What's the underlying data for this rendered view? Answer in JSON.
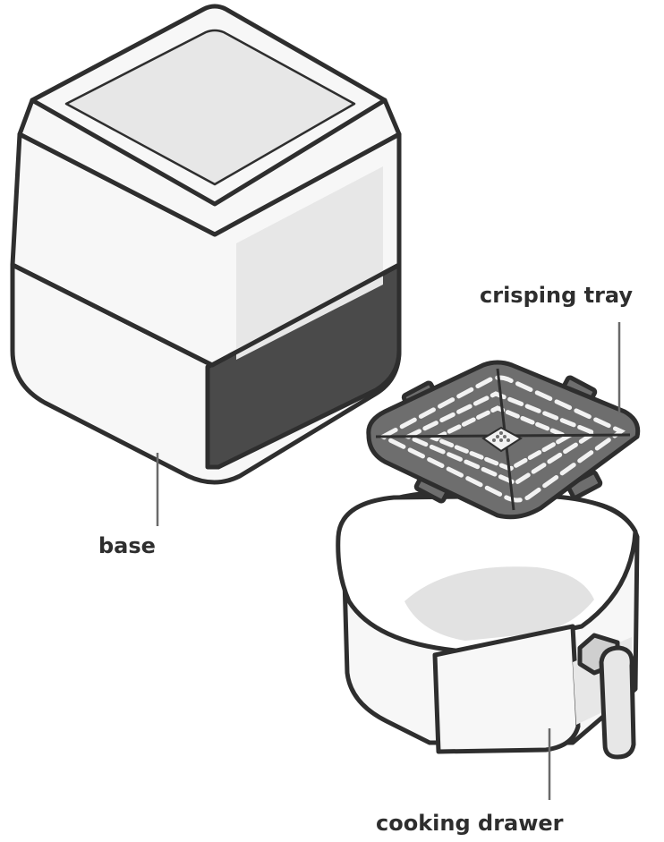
{
  "diagram": {
    "labels": {
      "base": "base",
      "crisping_tray": "crisping tray",
      "cooking_drawer": "cooking drawer"
    },
    "colors": {
      "outline": "#2e2e2e",
      "body": "#f7f7f7",
      "panel": "#e7e7e7",
      "dark_panel": "#4a4a4a",
      "tray": "#6e6e6e",
      "tray_slots": "#f2f2f2",
      "drawer_inner": "#e2e2e2"
    }
  }
}
